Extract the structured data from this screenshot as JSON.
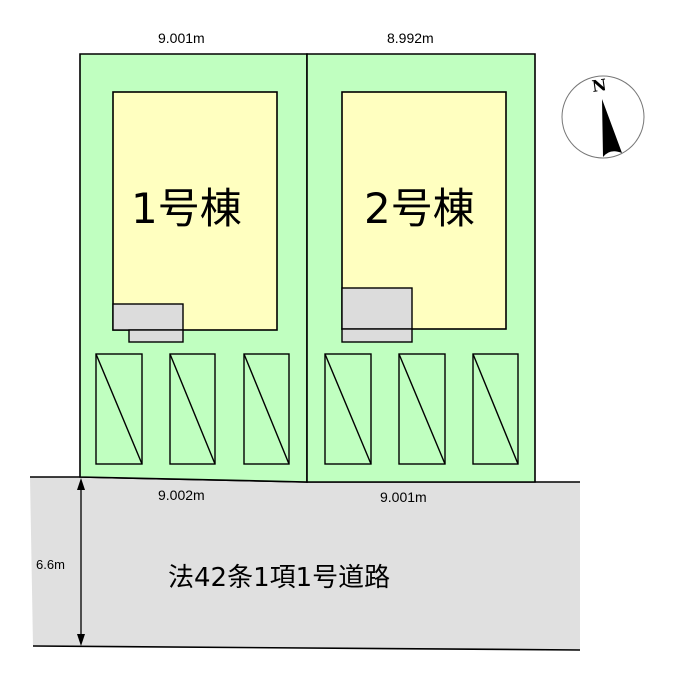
{
  "colors": {
    "lot_fill": "#c0ffc0",
    "building_fill": "#ffffc0",
    "porch_fill": "#dcdcdc",
    "road_fill": "#e0e0e0",
    "line": "#000000"
  },
  "dimensions": {
    "top_lot1": "9.001m",
    "top_lot2": "8.992m",
    "bottom_lot1": "9.002m",
    "bottom_lot2": "9.001m",
    "road_width": "6.6m"
  },
  "buildings": [
    {
      "label": "1号棟",
      "parking_spaces": 3
    },
    {
      "label": "2号棟",
      "parking_spaces": 3
    }
  ],
  "road": {
    "label": "法42条1項1号道路"
  },
  "compass": {
    "label": "N",
    "icon": "north-arrow-icon"
  }
}
